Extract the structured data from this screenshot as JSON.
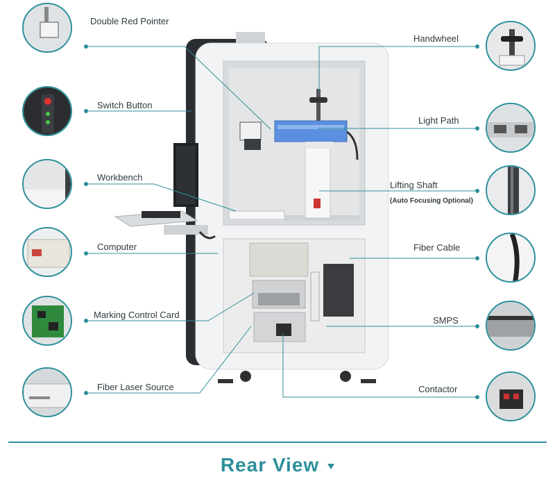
{
  "labels": {
    "double_red_pointer": "Double Red Pointer",
    "switch_button": "Switch Button",
    "workbench": "Workbench",
    "computer": "Computer",
    "marking_control_card": "Marking Control Card",
    "fiber_laser_source": "Fiber Laser Source",
    "handwheel": "Handwheel",
    "light_path": "Light Path",
    "lifting_shaft": "Lifting Shaft",
    "lifting_shaft_note": "(Auto Focusing Optional)",
    "fiber_cable": "Fiber Cable",
    "smps": "SMPS",
    "contactor": "Contactor"
  },
  "footer": {
    "title": "Rear View"
  },
  "colors": {
    "accent": "#2b8f9a",
    "text": "#2f3a3f",
    "cabinet": "#f1f2f3",
    "laser_head": "#5b8fe0"
  },
  "icons": {
    "footer_marker": "down-triangle-icon"
  }
}
